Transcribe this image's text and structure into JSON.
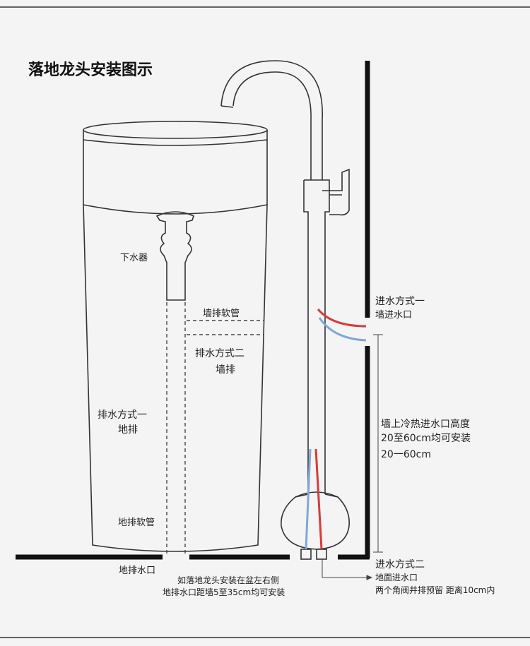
{
  "title": "落地龙头安装图示",
  "labels": {
    "drain_device": "下水器",
    "wall_hose": "墙排软管",
    "drain_method_two": "排水方式二",
    "wall_drain": "墙排",
    "drain_method_one": "排水方式一",
    "floor_drain": "地排",
    "floor_hose": "地排软管",
    "floor_outlet": "地排水口",
    "note_line1": "如落地龙头安装在盆左右侧",
    "note_line2": "地排水口距墙5至35cm均可安装",
    "inlet_method_one": "进水方式一",
    "wall_inlet": "墙进水口",
    "height_line1": "墙上冷热进水口高度",
    "height_line2": "20至60cm均可安装",
    "height_range": "20一60cm",
    "inlet_method_two": "进水方式二",
    "floor_inlet": "地面进水口",
    "valve_note": "两个角阀井排预留 距离10cm内"
  },
  "colors": {
    "line": "#222222",
    "hot_pipe": "#d83a3a",
    "cold_pipe": "#7fa8d8",
    "background": "#f4f4f4"
  }
}
